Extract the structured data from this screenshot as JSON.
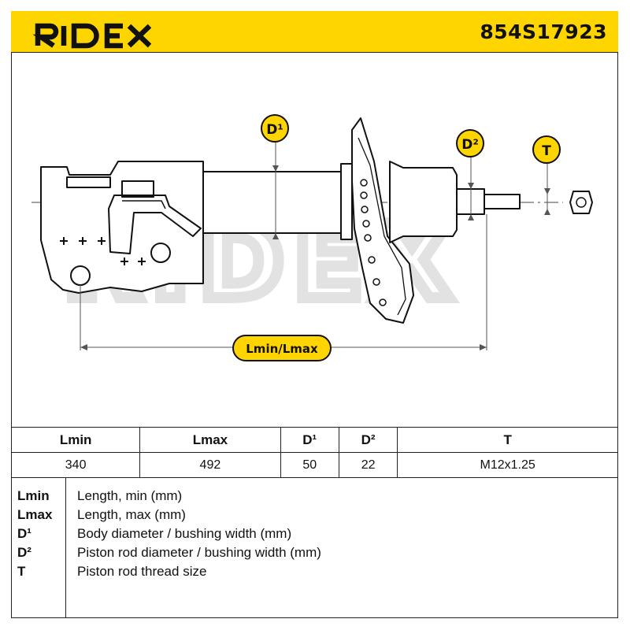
{
  "brand": {
    "name": "RIDEX",
    "watermark": "RIDEX",
    "accent_color": "#ffd500"
  },
  "header": {
    "part_number": "854S17923"
  },
  "diagram": {
    "labels": {
      "d1": "D¹",
      "d2": "D²",
      "t": "T",
      "length": "Lmin/Lmax"
    }
  },
  "spec_table": {
    "headers": [
      "Lmin",
      "Lmax",
      "D¹",
      "D²",
      "T"
    ],
    "values": [
      "340",
      "492",
      "50",
      "22",
      "M12x1.25"
    ]
  },
  "legend": [
    {
      "key": "Lmin",
      "desc": "Length, min (mm)"
    },
    {
      "key": "Lmax",
      "desc": "Length, max (mm)"
    },
    {
      "key": "D¹",
      "desc": "Body diameter / bushing width (mm)"
    },
    {
      "key": "D²",
      "desc": "Piston rod diameter / bushing width (mm)"
    },
    {
      "key": "T",
      "desc": "Piston rod thread size"
    }
  ]
}
